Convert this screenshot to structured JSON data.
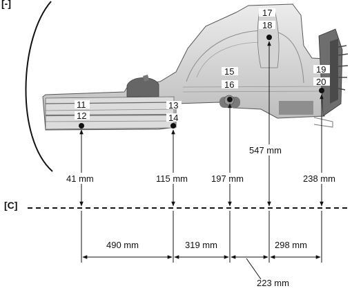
{
  "figure": {
    "corner_label": "[-]",
    "datum_label": "[C]",
    "points": [
      "11",
      "12",
      "13",
      "14",
      "15",
      "16",
      "17",
      "18",
      "19",
      "20"
    ],
    "heights": [
      "41 mm",
      "115 mm",
      "197 mm",
      "547 mm",
      "238 mm"
    ],
    "spacings": [
      "490 mm",
      "319 mm",
      "298 mm",
      "223 mm"
    ]
  }
}
